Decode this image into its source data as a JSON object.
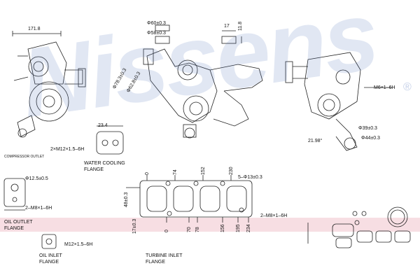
{
  "watermark": {
    "brand": "Nissens",
    "registered_mark": "®"
  },
  "accent_colors": {
    "band": "#e8a0af",
    "watermark": "#5a78be"
  },
  "dimensions": {
    "d171_8": "171.8",
    "d17": "17",
    "d11_8": "11.8",
    "d60": "Φ60±0.3",
    "d58": "Φ58±0.3",
    "d78": "Φ78.3±0.3",
    "d62": "Φ62.8±0.3",
    "m6_1": "M6×1–6H",
    "d39": "Φ39±0.3",
    "d44": "Φ44±0.3",
    "d21_98": "21.98°",
    "d23_4": "23.4",
    "m12_top": "2×M12×1.5–6H",
    "d12_5": "Φ12.5±0.5",
    "m8_left": "2–M8×1–6H",
    "top0": "0",
    "top74": "74",
    "top152": "152",
    "top230": "230",
    "d5_13": "5–Φ13±0.3",
    "v48": "48±0.3",
    "v17": "17±0.3",
    "bot0": "0",
    "bot70": "70",
    "bot78": "78",
    "bot156": "156",
    "bot195": "195",
    "bot234": "234",
    "m8_right": "2–M8×1–6H",
    "m12_bottom": "M12×1.5–6H",
    "cmp_outlet": "COMPRESSOR OUTLET"
  },
  "labels": {
    "water_cooling": "WATER COOLING",
    "flange": "FLANGE",
    "oil_outlet": "OIL OUTLET",
    "oil_outlet_flange": "FLANGE",
    "oil_inlet": "OIL INLET",
    "oil_inlet_flange": "FLANGE",
    "turbine_inlet": "TURBINE INLET",
    "turbine_inlet_flange": "FLANGE"
  }
}
